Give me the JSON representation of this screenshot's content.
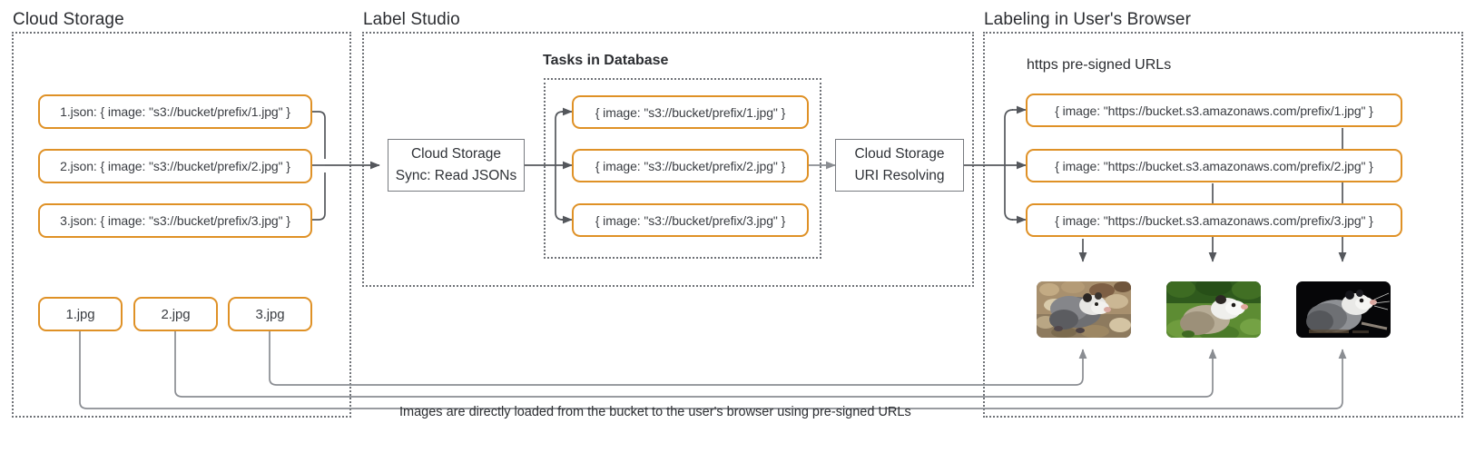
{
  "groups": {
    "cloud_storage": {
      "title": "Cloud Storage"
    },
    "label_studio": {
      "title": "Label Studio"
    },
    "browser": {
      "title": "Labeling in User's Browser"
    }
  },
  "subtitles": {
    "tasks_in_database": "Tasks in Database",
    "presigned_urls": "https pre-signed URLs"
  },
  "json_files": [
    {
      "label": "1.json: { image: \"s3://bucket/prefix/1.jpg\" }"
    },
    {
      "label": "2.json: { image: \"s3://bucket/prefix/2.jpg\" }"
    },
    {
      "label": "3.json: { image: \"s3://bucket/prefix/3.jpg\" }"
    }
  ],
  "image_files": [
    {
      "label": "1.jpg"
    },
    {
      "label": "2.jpg"
    },
    {
      "label": "3.jpg"
    }
  ],
  "processes": {
    "sync": {
      "line1": "Cloud Storage",
      "line2": "Sync: Read JSONs"
    },
    "resolve": {
      "line1": "Cloud Storage",
      "line2": "URI Resolving"
    }
  },
  "tasks": [
    {
      "label": "{ image: \"s3://bucket/prefix/1.jpg\" }"
    },
    {
      "label": "{ image: \"s3://bucket/prefix/2.jpg\" }"
    },
    {
      "label": "{ image: \"s3://bucket/prefix/3.jpg\" }"
    }
  ],
  "resolved_urls": [
    {
      "label": "{ image: \"https://bucket.s3.amazonaws.com/prefix/1.jpg\" }"
    },
    {
      "label": "{ image: \"https://bucket.s3.amazonaws.com/prefix/2.jpg\" }"
    },
    {
      "label": "{ image: \"https://bucket.s3.amazonaws.com/prefix/3.jpg\" }"
    }
  ],
  "thumbnails": [
    {
      "alt": "opossum-on-leaf-litter"
    },
    {
      "alt": "opossum-in-green-grass"
    },
    {
      "alt": "opossum-on-black-background"
    }
  ],
  "footer": {
    "caption": "Images are directly loaded from the bucket to the user's browser using pre-signed URLs"
  },
  "colors": {
    "accent_orange": "#df9126",
    "wire_gray": "#8a8d92",
    "arrow_dark": "#54575c",
    "border_gray": "#787b80",
    "dotted_gray": "#6f7277"
  }
}
